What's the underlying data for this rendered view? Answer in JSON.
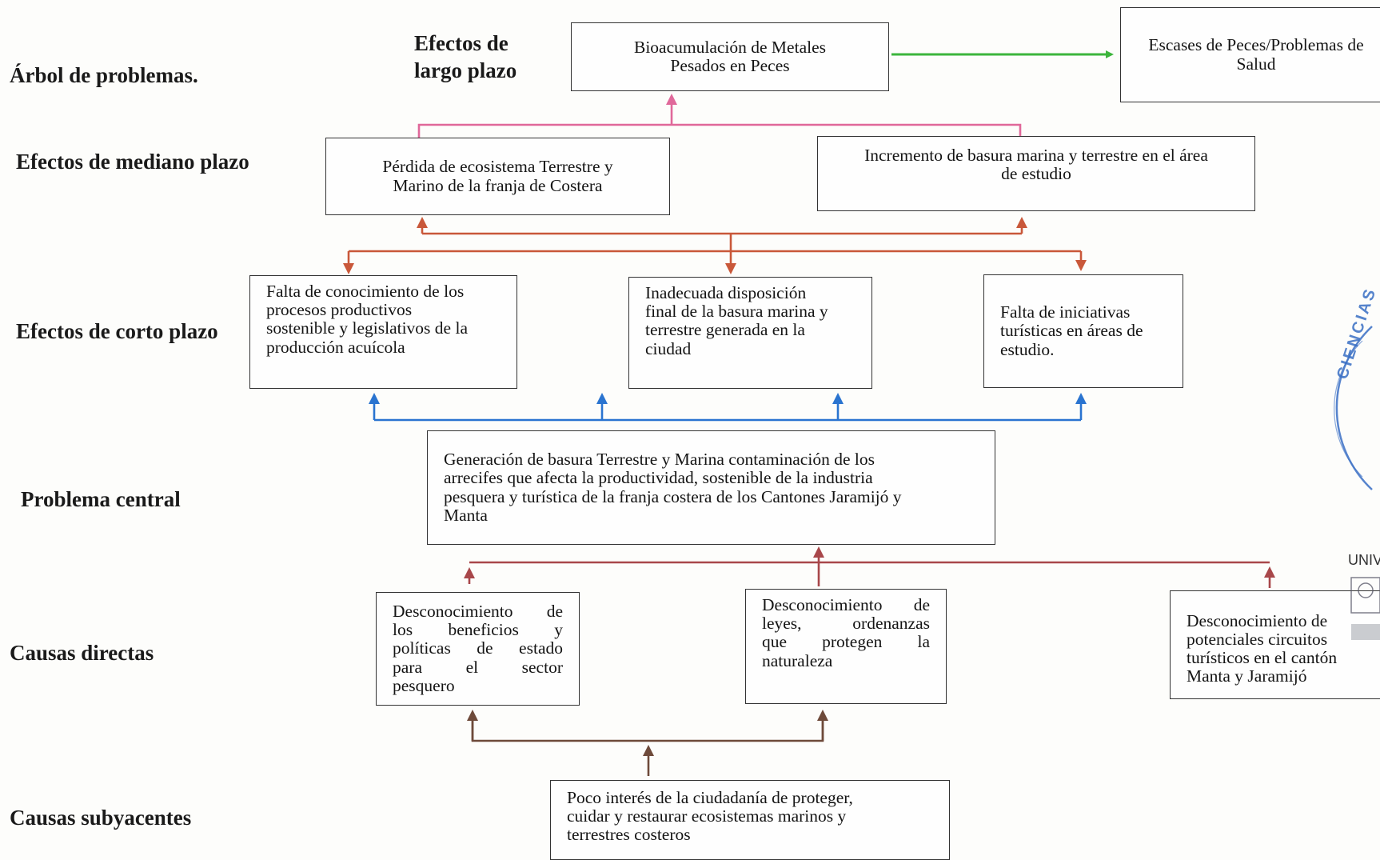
{
  "title": "Árbol de problemas.",
  "levels": {
    "largo": [
      "Efectos de",
      "largo plazo"
    ],
    "mediano": "Efectos de mediano plazo",
    "corto": "Efectos de corto plazo",
    "central": "Problema central",
    "directas": "Causas directas",
    "subyacentes": "Causas subyacentes"
  },
  "boxes": {
    "bioacumulacion": [
      "Bioacumulación de Metales",
      "Pesados en Peces"
    ],
    "escases": [
      "Escases de Peces/Problemas de",
      "Salud"
    ],
    "perdida": [
      "Pérdida de ecosistema Terrestre y",
      "Marino de la franja de Costera"
    ],
    "incremento": [
      "Incremento de basura marina y terrestre en el área",
      "de estudio"
    ],
    "falta_conocimiento": [
      "Falta de conocimiento de los",
      "procesos productivos",
      "sostenible y legislativos de la",
      "producción acuícola"
    ],
    "inadecuada": [
      "Inadecuada disposición",
      "final de la basura marina y",
      "terrestre generada en la",
      "ciudad"
    ],
    "falta_iniciativas": [
      "Falta de iniciativas",
      "turísticas en áreas de",
      "estudio."
    ],
    "problema_central": [
      "Generación de basura Terrestre y Marina contaminación de los",
      "arrecifes que afecta la productividad, sostenible de la industria",
      "pesquera y turística de la franja  costera de los Cantones Jaramijó y",
      "Manta"
    ],
    "desc_beneficios": [
      "Desconocimiento de",
      "los beneficios y",
      "políticas de estado",
      "para el sector",
      "pesquero"
    ],
    "desc_leyes": [
      "Desconocimiento de",
      "leyes, ordenanzas",
      "que protegen la",
      "naturaleza"
    ],
    "desc_circuitos": [
      "Desconocimiento de",
      "potenciales circuitos",
      "turísticos en el cantón",
      "Manta y Jaramijó"
    ],
    "poco_interes": [
      "Poco interés de la ciudadanía de proteger,",
      "cuidar y restaurar ecosistemas marinos y",
      "terrestres  costeros"
    ]
  },
  "stamp": {
    "arc_text": "CIENCIAS",
    "univ_text": "UNIVE"
  },
  "colors": {
    "green": "#3cb53c",
    "pink": "#e0689a",
    "orange": "#c9583a",
    "blue": "#2a74d0",
    "red": "#a8474a",
    "brown": "#6e4a3a",
    "stamp": "#3a6fc4"
  }
}
